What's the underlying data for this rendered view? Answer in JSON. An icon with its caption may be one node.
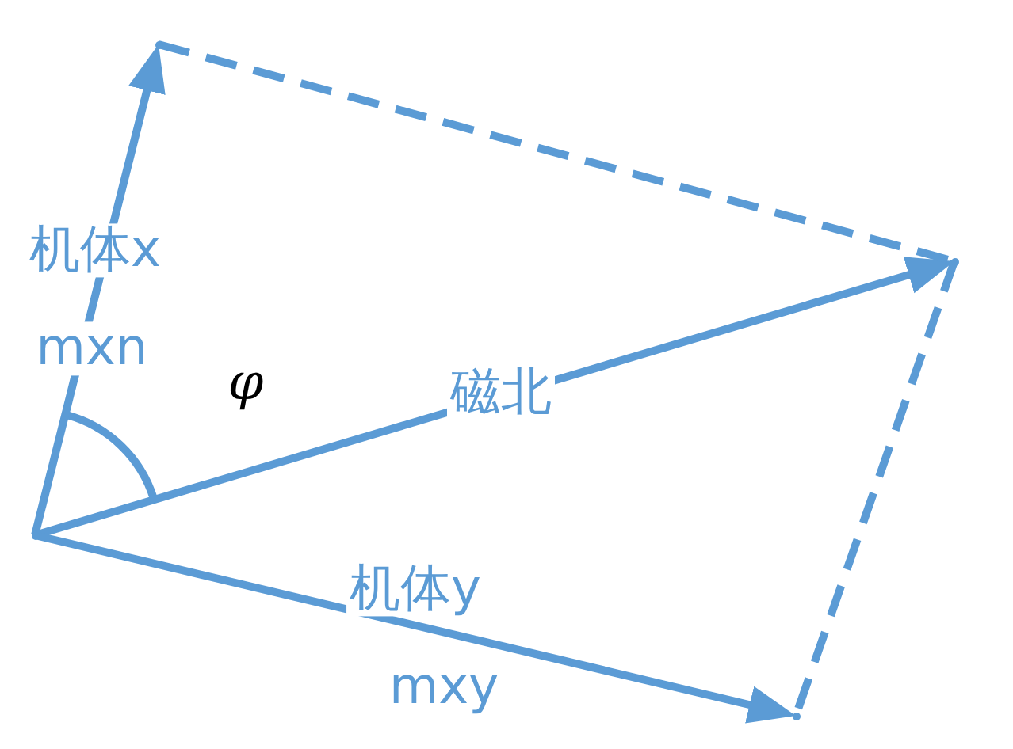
{
  "diagram": {
    "nodes": [
      {
        "text": [],
        "shape": "point"
      },
      {
        "text": [],
        "shape": "point"
      },
      {
        "text": [],
        "shape": "point"
      },
      {
        "text": [],
        "shape": "point"
      }
    ],
    "edges": [
      {
        "from": 0,
        "to": 1,
        "arrow": "to",
        "label": "机体x"
      },
      {
        "from": 0,
        "to": 2,
        "arrow": "to",
        "label": "磁北"
      },
      {
        "from": 0,
        "to": 3,
        "arrow": "to",
        "label": "机体y"
      },
      {
        "from": 1,
        "to": 2,
        "arrow": "none",
        "style": "dashed"
      },
      {
        "from": 2,
        "to": 3,
        "arrow": "none",
        "style": "dashed"
      }
    ],
    "labels": [
      "mxn",
      "φ",
      "mxy"
    ]
  }
}
